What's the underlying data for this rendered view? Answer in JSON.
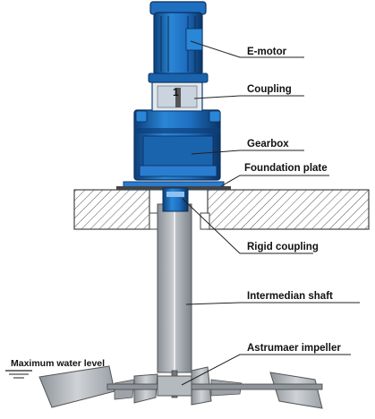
{
  "labels": {
    "e_motor": "E-motor",
    "coupling": "Coupling",
    "gearbox": "Gearbox",
    "foundation_plate": "Foundation plate",
    "rigid_coupling": "Rigid coupling",
    "intermediate_shaft": "Intermedian shaft",
    "impeller": "Astrumaer impeller",
    "water_level": "Maximum water level"
  },
  "coupling_mark": "1",
  "colors": {
    "motor_blue": "#1f6fc0",
    "motor_dark": "#0d3f7a",
    "shaft_gray": "#a9aeb4",
    "concrete_line": "#555555",
    "blade_gray": "#b8bcc1"
  }
}
